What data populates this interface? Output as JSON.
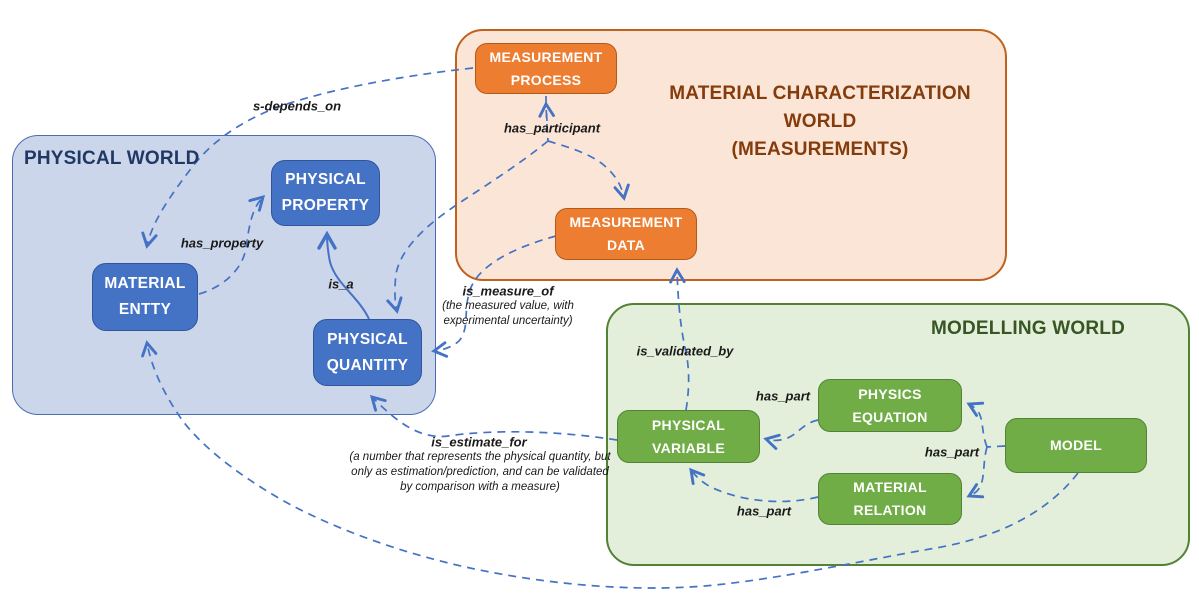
{
  "diagram": {
    "worlds": {
      "physical": {
        "title": "PHYSICAL WORLD"
      },
      "measurement": {
        "title_lines": [
          "MATERIAL CHARACTERIZATION",
          "WORLD",
          "(MEASUREMENTS)"
        ]
      },
      "modelling": {
        "title": "MODELLING WORLD"
      }
    },
    "nodes": {
      "material_entity": {
        "label": "MATERIAL ENTTY"
      },
      "physical_property": {
        "label": "PHYSICAL PROPERTY"
      },
      "physical_quantity": {
        "label": "PHYSICAL QUANTITY"
      },
      "measurement_process": {
        "label": "MEASUREMENT PROCESS"
      },
      "measurement_data": {
        "label": "MEASUREMENT DATA"
      },
      "physical_variable": {
        "label": "PHYSICAL VARIABLE"
      },
      "physics_equation": {
        "label": "PHYSICS EQUATION"
      },
      "material_relation": {
        "label": "MATERIAL RELATION"
      },
      "model": {
        "label": "MODEL"
      }
    },
    "edges": {
      "s_depends_on": {
        "label": "s-depends_on"
      },
      "has_property": {
        "label": "has_property"
      },
      "is_a": {
        "label": "is_a"
      },
      "has_participant": {
        "label": "has_participant"
      },
      "is_measure_of": {
        "label": "is_measure_of",
        "note": "(the measured value, with experimental uncertainty)"
      },
      "is_validated_by": {
        "label": "is_validated_by"
      },
      "is_estimate_for": {
        "label": "is_estimate_for",
        "note": "(a number that represents the physical quantity, but only as estimation/prediction, and can be validated by comparison with a measure)"
      },
      "has_part_equation": {
        "label": "has_part"
      },
      "has_part_model": {
        "label": "has_part"
      },
      "has_part_relation": {
        "label": "has_part"
      }
    },
    "colors": {
      "node_blue": "#4472C4",
      "node_orange": "#ED7D31",
      "node_green": "#70AD47",
      "box_physical_fill": "#CCD6EA",
      "box_measurement_fill": "#FBE5D6",
      "box_modelling_fill": "#E3EFDB",
      "title_physical": "#203864",
      "title_measurement": "#843C0C",
      "title_modelling": "#375623",
      "edge_stroke": "#4472C4",
      "label_text": "#1A1A1A"
    }
  }
}
